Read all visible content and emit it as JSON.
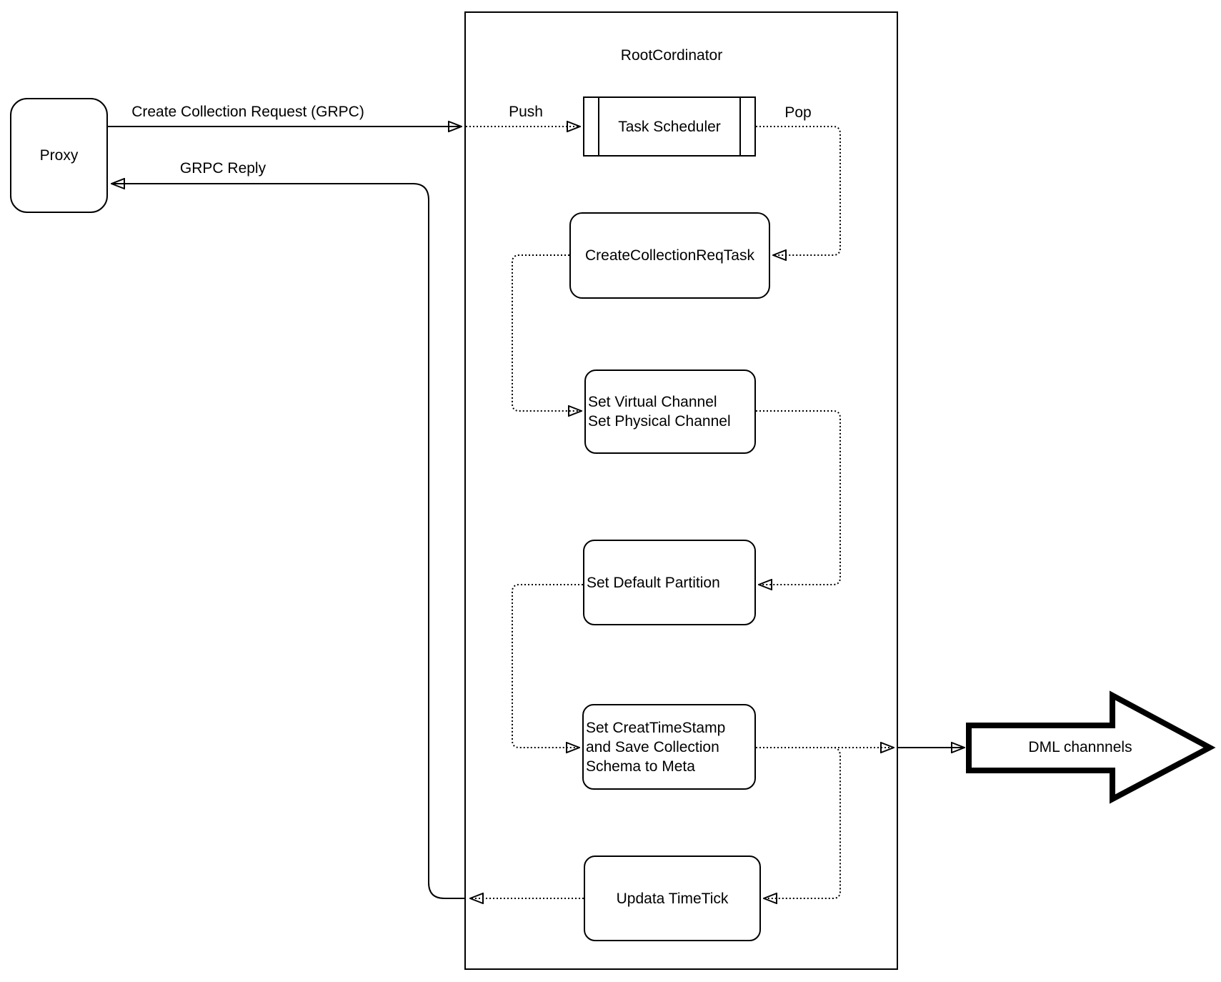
{
  "container": {
    "title": "RootCordinator"
  },
  "nodes": {
    "proxy": {
      "label": "Proxy"
    },
    "task_scheduler": {
      "label": "Task Scheduler"
    },
    "create_collection_req_task": {
      "label": "CreateCollectionReqTask"
    },
    "set_virtual_channel": {
      "label": "Set Virtual Channel\nSet Physical Channel"
    },
    "set_default_partition": {
      "label": "Set Default Partition"
    },
    "set_creat_timestamp": {
      "label": "Set CreatTimeStamp\nand Save Collection\nSchema to Meta"
    },
    "updata_timetick": {
      "label": "Updata TimeTick"
    }
  },
  "edges": {
    "create_collection_request": {
      "label": "Create Collection Request (GRPC)",
      "style": "solid"
    },
    "push": {
      "label": "Push",
      "style": "dotted"
    },
    "pop": {
      "label": "Pop",
      "style": "dotted"
    },
    "grpc_reply": {
      "label": "GRPC Reply",
      "style": "solid"
    }
  },
  "dml": {
    "label": "DML channnels"
  },
  "colors": {
    "stroke": "#000000",
    "background": "#ffffff"
  }
}
